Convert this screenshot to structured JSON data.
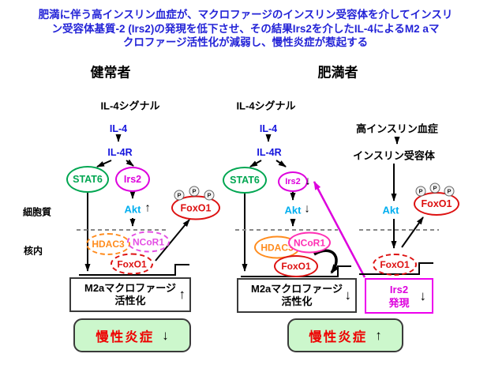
{
  "title": {
    "line1": "肥満に伴う高インスリン血症が、マクロファージのインスリン受容体を介してインスリ",
    "line2": "ン受容体基質-2 (Irs2)の発現を低下させ、その結果Irs2を介したIL-4によるM2 aマ",
    "line3": "クロファージ活性化が減弱し、慢性炎症が惹起する"
  },
  "headers": {
    "healthy": "健常者",
    "obese": "肥満者"
  },
  "compartments": {
    "cytoplasm": "細胞質",
    "nucleus": "核内"
  },
  "healthy": {
    "signal": "IL-4シグナル",
    "il4": "IL-4",
    "il4r": "IL-4R",
    "stat6": "STAT6",
    "irs2": "Irs2",
    "akt": "Akt",
    "akt_change": "↑",
    "p": "P",
    "foxo1_p": "FoxO1",
    "hdac3": "HDAC3",
    "ncor1": "NCoR1",
    "foxo1_nuc": "FoxO1",
    "m2a_line1": "M2aマクロファージ",
    "m2a_line2": "活性化",
    "m2a_change": "↑",
    "outcome": "慢性炎症",
    "outcome_change": "↓"
  },
  "obese": {
    "signal": "IL-4シグナル",
    "il4": "IL-4",
    "il4r": "IL-4R",
    "stat6": "STAT6",
    "irs2": "Irs2",
    "irs2_change": "↓",
    "akt": "Akt",
    "akt_change": "↓",
    "hyperinsulinemia": "高インスリン血症",
    "insulin_receptor": "インスリン受容体",
    "akt_insulin": "Akt",
    "p": "P",
    "foxo1_p": "FoxO1",
    "hdac3": "HDAC3",
    "ncor1": "NCoR1",
    "foxo1_nuc": "FoxO1",
    "foxo1_gene": "FoxO1",
    "m2a_line1": "M2aマクロファージ",
    "m2a_line2": "活性化",
    "m2a_change": "↓",
    "irs2_expr_line1": "Irs2",
    "irs2_expr_line2": "発現",
    "irs2_expr_change": "↓",
    "outcome": "慢性炎症",
    "outcome_change": "↑"
  },
  "colors": {
    "title_blue": "#2323D7",
    "il4_blue": "#1414DD",
    "akt_cyan": "#00AEEF",
    "stat6_green": "#00A651",
    "irs2_magenta": "#DD00DD",
    "foxo1_red": "#DD1111",
    "hdac3_orange": "#FF8C1E",
    "ncor1_pink": "#FF2FB4",
    "outcome_fill_green": "#CCF7CC",
    "outcome_text_red": "#EE0000"
  }
}
